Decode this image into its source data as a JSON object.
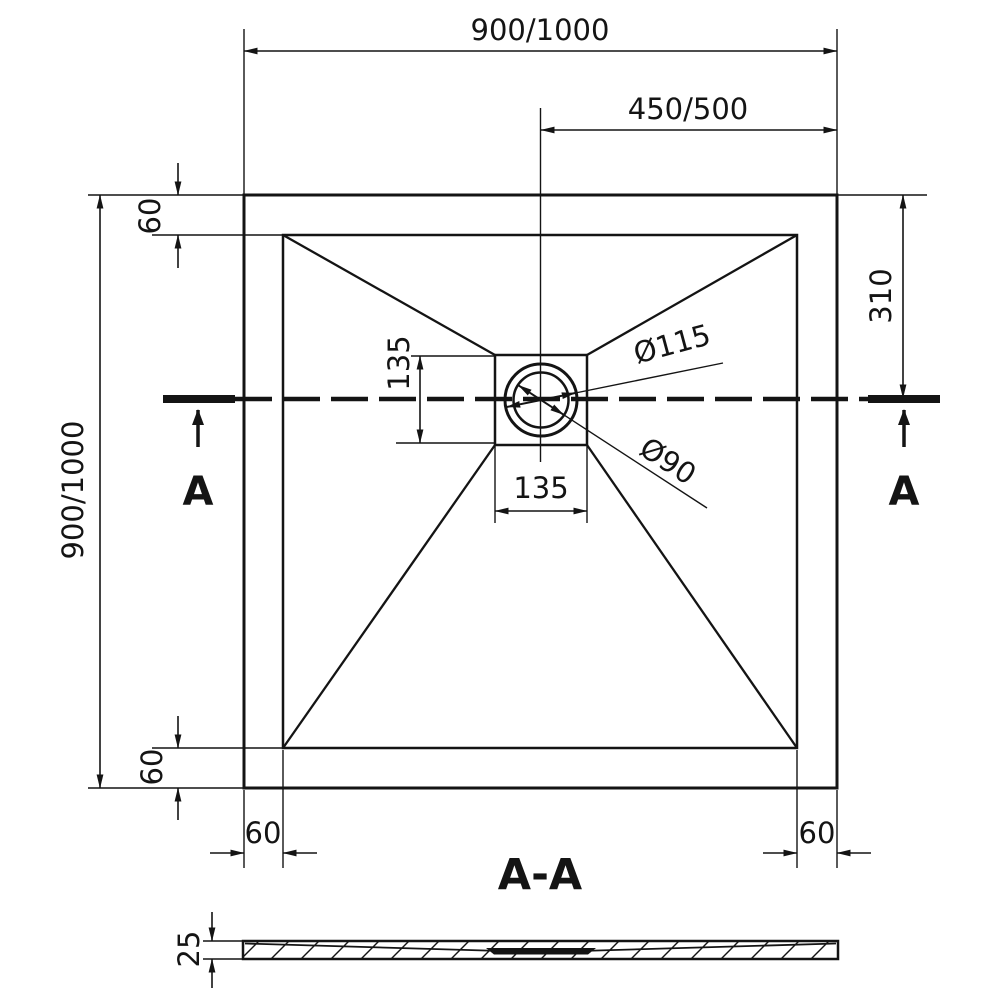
{
  "drawing": {
    "type": "shower-tray-dimension-drawing",
    "colors": {
      "line": "#141414",
      "background": "#ffffff"
    },
    "top_view": {
      "dim_top_width": "900/1000",
      "dim_top_half_width": "450/500",
      "dim_left_height": "900/1000",
      "dim_rim_top": "60",
      "dim_rim_bottom": "60",
      "dim_rim_bottom_left": "60",
      "dim_rim_bottom_right": "60",
      "dim_drain_to_top_edge": "310",
      "dim_drain_box_height": "135",
      "dim_drain_box_width": "135",
      "label_drain_outer_diameter": "Ø115",
      "label_drain_inner_diameter": "Ø90",
      "section_marker_left": "A",
      "section_marker_right": "A"
    },
    "section_view": {
      "title": "A-A",
      "dim_thickness": "25"
    }
  }
}
